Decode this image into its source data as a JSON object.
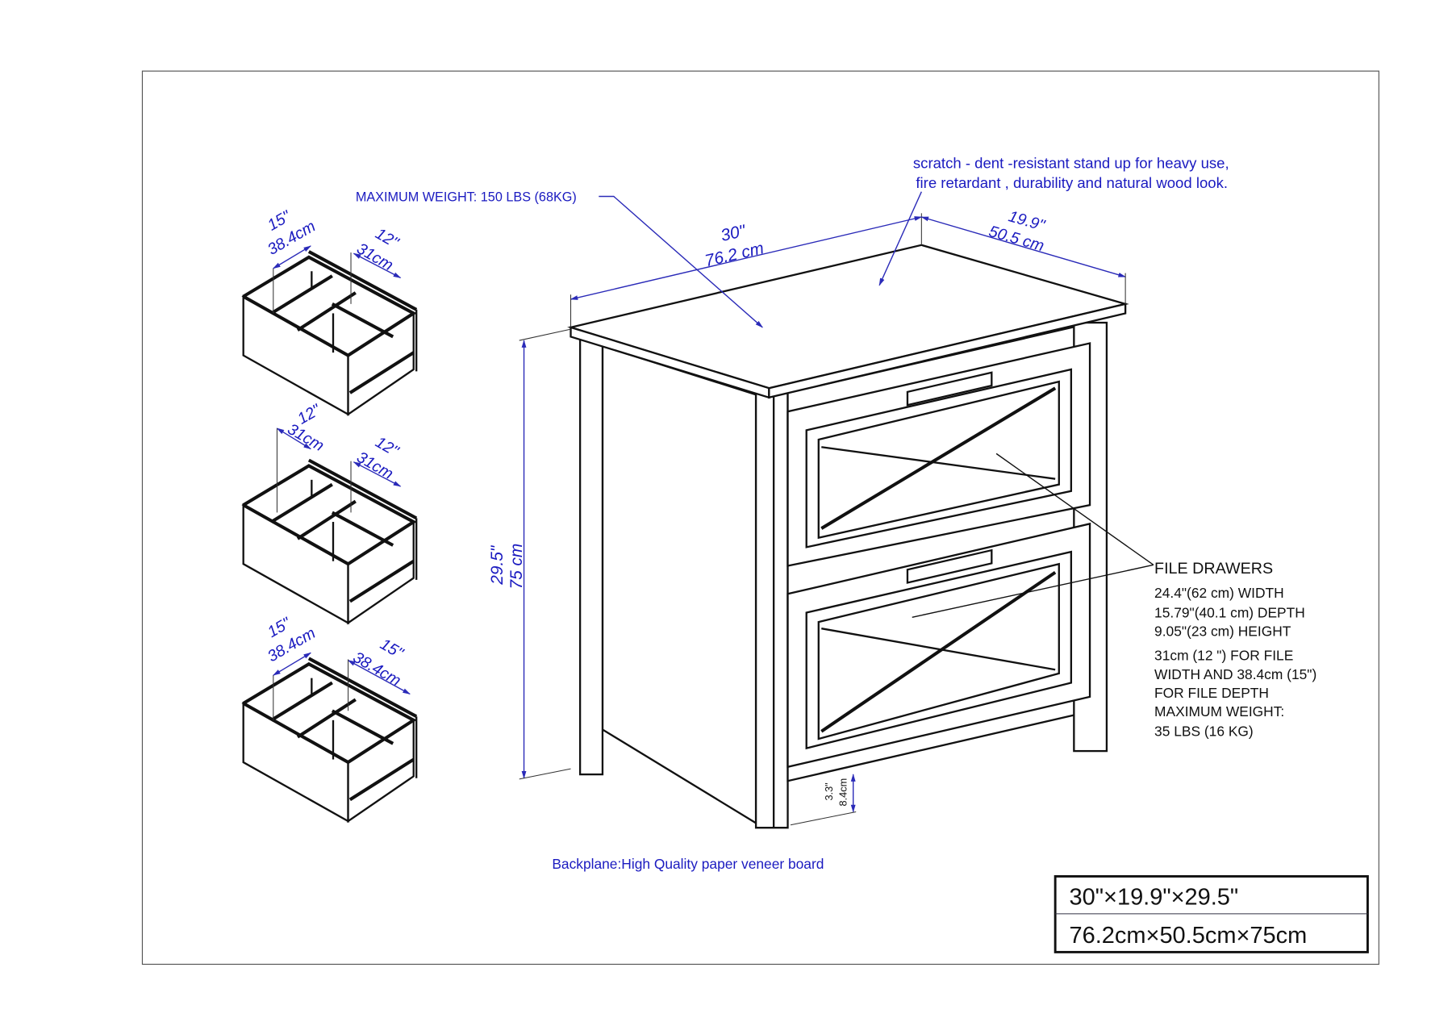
{
  "notes": {
    "max_weight": "MAXIMUM WEIGHT: 150 LBS (68KG)",
    "finish_line1": "scratch - dent -resistant stand up for heavy use,",
    "finish_line2": "fire retardant , durability and natural wood look.",
    "backplane": "Backplane:High Quality paper veneer board"
  },
  "dimensions": {
    "width_in": "30\"",
    "width_cm": "76.2 cm",
    "depth_in": "19.9\"",
    "depth_cm": "50.5 cm",
    "height_in": "29.5\"",
    "height_cm": "75 cm",
    "leg_in": "3.3\"",
    "leg_cm": "8.4cm"
  },
  "drawer_configs": [
    {
      "a_in": "15\"",
      "a_cm": "38.4cm",
      "b_in": "12\"",
      "b_cm": "31cm"
    },
    {
      "a_in": "12\"",
      "a_cm": "31cm",
      "b_in": "12\"",
      "b_cm": "31cm"
    },
    {
      "a_in": "15\"",
      "a_cm": "38.4cm",
      "b_in": "15\"",
      "b_cm": "38.4cm"
    }
  ],
  "file_drawers": {
    "title": "FILE DRAWERS",
    "lines": [
      "24.4\"(62 cm) WIDTH",
      "15.79\"(40.1 cm) DEPTH",
      "9.05\"(23 cm) HEIGHT",
      "31cm (12 \") FOR FILE",
      "WIDTH AND 38.4cm (15\")",
      "FOR FILE DEPTH",
      "MAXIMUM WEIGHT:",
      "35 LBS (16 KG)"
    ]
  },
  "title_block": {
    "imperial": "30\"×19.9\"×29.5\"",
    "metric": "76.2cm×50.5cm×75cm"
  }
}
